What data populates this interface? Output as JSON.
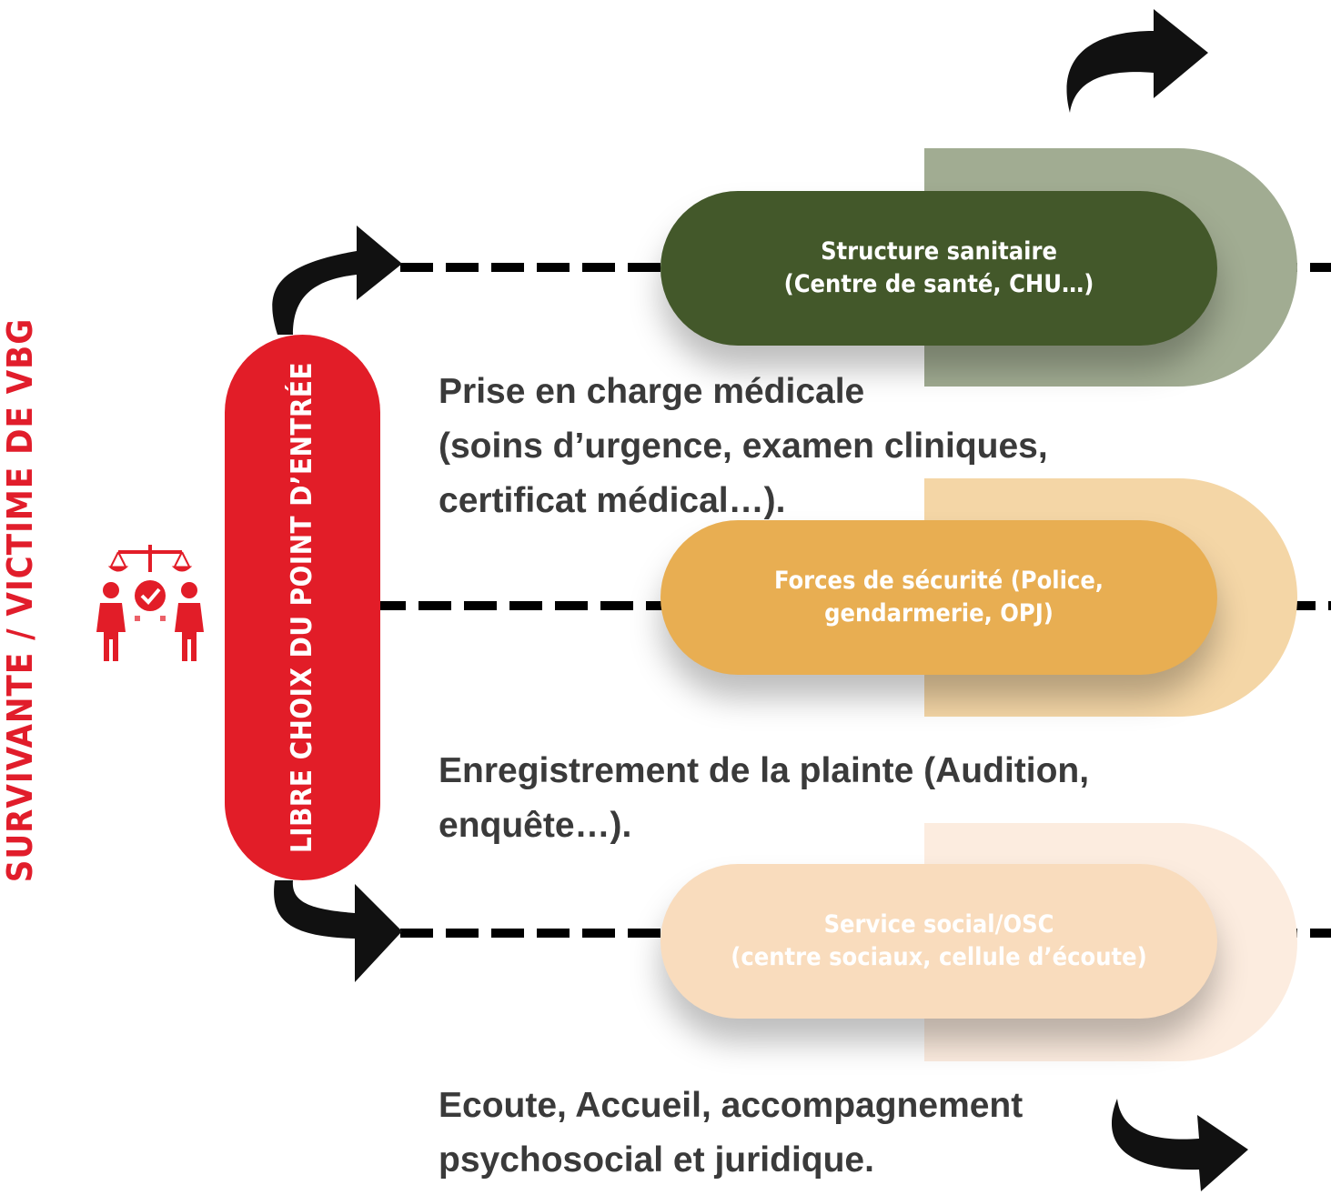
{
  "side_title": "SURVIVANTE / VICTIME DE VBG",
  "entry_label": "LIBRE CHOIX DU POINT D’ENTRÉE",
  "colors": {
    "red": "#e21d28",
    "sante_front": "#43582a",
    "sante_back": "#a1ac92",
    "securite_front": "#e8ae52",
    "securite_back": "#f4d6a6",
    "social_front": "#f9dcbd",
    "social_back": "#fcecdf"
  },
  "entry_points": [
    {
      "line1": "Structure sanitaire",
      "line2": "(Centre de santé, CHU…)",
      "desc": [
        "Prise en charge médicale",
        "(soins d’urgence, examen cliniques,",
        "certificat médical…)."
      ]
    },
    {
      "line1": "Forces de sécurité (Police,",
      "line2": "gendarmerie, OPJ)",
      "desc": [
        "Enregistrement de la plainte (Audition,",
        "enquête…)."
      ]
    },
    {
      "line1": "Service social/OSC",
      "line2": "(centre sociaux, cellule d’écoute)",
      "desc": [
        "Ecoute, Accueil, accompagnement",
        "psychosocial et juridique."
      ]
    }
  ]
}
